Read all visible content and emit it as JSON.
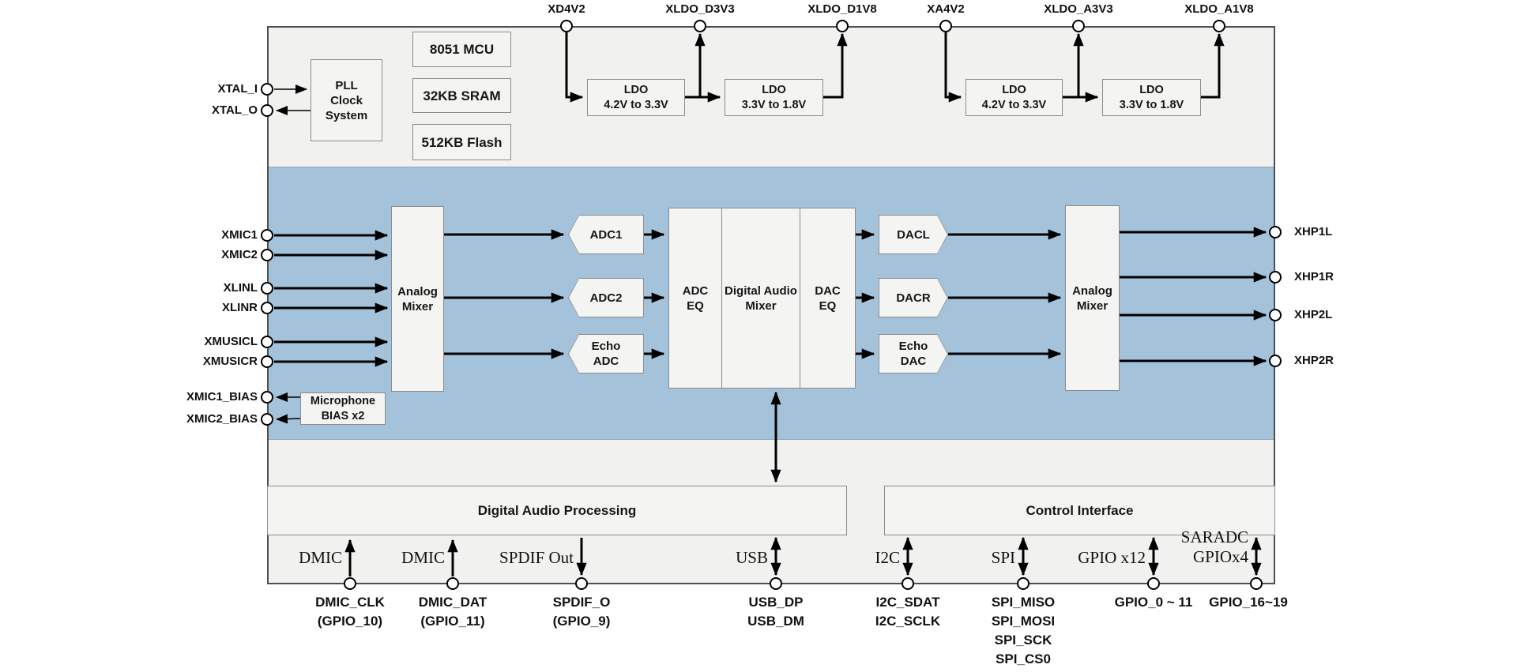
{
  "colors": {
    "band_blue": "#a4c2da",
    "section_gray": "#f1f1f0",
    "block_fill": "#f4f4f3",
    "block_border": "#8c8c8c",
    "chip_border": "#4f4f4f",
    "line": "#000000",
    "text": "#111111"
  },
  "blocks": {
    "pll": {
      "label": "PLL\nClock\nSystem"
    },
    "mcu": {
      "label": "8051 MCU"
    },
    "sram": {
      "label": "32KB SRAM"
    },
    "flash": {
      "label": "512KB Flash"
    },
    "ldo_d1": {
      "label": "LDO\n4.2V to 3.3V"
    },
    "ldo_d2": {
      "label": "LDO\n3.3V to 1.8V"
    },
    "ldo_a1": {
      "label": "LDO\n4.2V to 3.3V"
    },
    "ldo_a2": {
      "label": "LDO\n3.3V to 1.8V"
    },
    "analog_mixer_in": {
      "label": "Analog\nMixer"
    },
    "adc1": {
      "label": "ADC1"
    },
    "adc2": {
      "label": "ADC2"
    },
    "echo_adc": {
      "label": "Echo\nADC"
    },
    "adc_eq": {
      "label": "ADC\nEQ"
    },
    "dam": {
      "label": "Digital Audio\nMixer"
    },
    "dac_eq": {
      "label": "DAC\nEQ"
    },
    "dacl": {
      "label": "DACL"
    },
    "dacr": {
      "label": "DACR"
    },
    "echo_dac": {
      "label": "Echo\nDAC"
    },
    "analog_mixer_out": {
      "label": "Analog\nMixer"
    },
    "mic_bias": {
      "label": "Microphone\nBIAS x2"
    },
    "dap": {
      "label": "Digital Audio Processing"
    },
    "ci": {
      "label": "Control Interface"
    }
  },
  "pins": {
    "top": [
      "XD4V2",
      "XLDO_D3V3",
      "XLDO_D1V8",
      "XA4V2",
      "XLDO_A3V3",
      "XLDO_A1V8"
    ],
    "left": [
      "XTAL_I",
      "XTAL_O",
      "XMIC1",
      "XMIC2",
      "XLINL",
      "XLINR",
      "XMUSICL",
      "XMUSICR",
      "XMIC1_BIAS",
      "XMIC2_BIAS"
    ],
    "right": [
      "XHP1L",
      "XHP1R",
      "XHP2L",
      "XHP2R"
    ],
    "bottom": [
      {
        "bus": "DMIC",
        "label": "DMIC_CLK\n(GPIO_10)"
      },
      {
        "bus": "DMIC",
        "label": "DMIC_DAT\n(GPIO_11)"
      },
      {
        "bus": "SPDIF Out",
        "label": "SPDIF_O\n(GPIO_9)"
      },
      {
        "bus": "USB",
        "label": "USB_DP\nUSB_DM"
      },
      {
        "bus": "I2C",
        "label": "I2C_SDAT\nI2C_SCLK"
      },
      {
        "bus": "SPI",
        "label": "SPI_MISO\nSPI_MOSI\nSPI_SCK\nSPI_CS0"
      },
      {
        "bus": "GPIO x12",
        "label": "GPIO_0 ~ 11"
      },
      {
        "bus": "SARADC\nGPIOx4",
        "label": "GPIO_16~19"
      }
    ]
  },
  "connections": [
    "XD4V2 -> LDO 4.2V to 3.3V (digital)",
    "LDO 4.2V to 3.3V (digital) -> XLDO_D3V3",
    "LDO 4.2V to 3.3V (digital) -> LDO 3.3V to 1.8V (digital)",
    "LDO 3.3V to 1.8V (digital) -> XLDO_D1V8",
    "XA4V2 -> LDO 4.2V to 3.3V (analog)",
    "LDO 4.2V to 3.3V (analog) -> XLDO_A3V3",
    "LDO 4.2V to 3.3V (analog) -> LDO 3.3V to 1.8V (analog)",
    "LDO 3.3V to 1.8V (analog) -> XLDO_A1V8",
    "XTAL_I -> PLL Clock System",
    "PLL Clock System -> XTAL_O",
    "XMIC1 -> Analog Mixer (input)",
    "XMIC2 -> Analog Mixer (input)",
    "XLINL -> Analog Mixer (input)",
    "XLINR -> Analog Mixer (input)",
    "XMUSICL -> Analog Mixer (input)",
    "XMUSICR -> Analog Mixer (input)",
    "Analog Mixer (input) -> ADC1",
    "Analog Mixer (input) -> ADC2",
    "Analog Mixer (input) -> Echo ADC",
    "ADC1 -> ADC EQ",
    "ADC2 -> ADC EQ",
    "Echo ADC -> ADC EQ",
    "DAC EQ -> DACL",
    "DAC EQ -> DACR",
    "DAC EQ -> Echo DAC",
    "DACL -> Analog Mixer (output)",
    "DACR -> Analog Mixer (output)",
    "Echo DAC -> Analog Mixer (output)",
    "Analog Mixer (output) -> XHP1L",
    "Analog Mixer (output) -> XHP1R",
    "Analog Mixer (output) -> XHP2L",
    "Analog Mixer (output) -> XHP2R",
    "Microphone BIAS x2 -> XMIC1_BIAS",
    "Microphone BIAS x2 -> XMIC2_BIAS",
    "Digital Audio Mixer <-> Digital Audio Processing",
    "DMIC_CLK -> Digital Audio Processing (DMIC)",
    "DMIC_DAT -> Digital Audio Processing (DMIC)",
    "Digital Audio Processing -> SPDIF_O (SPDIF Out)",
    "Digital Audio Processing <-> USB_DP/USB_DM (USB)",
    "Control Interface <-> I2C_SDAT/I2C_SCLK (I2C)",
    "Control Interface <-> SPI_MISO/SPI_MOSI/SPI_SCK/SPI_CS0 (SPI)",
    "Control Interface <-> GPIO_0 ~ 11 (GPIO x12)",
    "Control Interface <-> GPIO_16~19 (SARADC GPIOx4)"
  ]
}
